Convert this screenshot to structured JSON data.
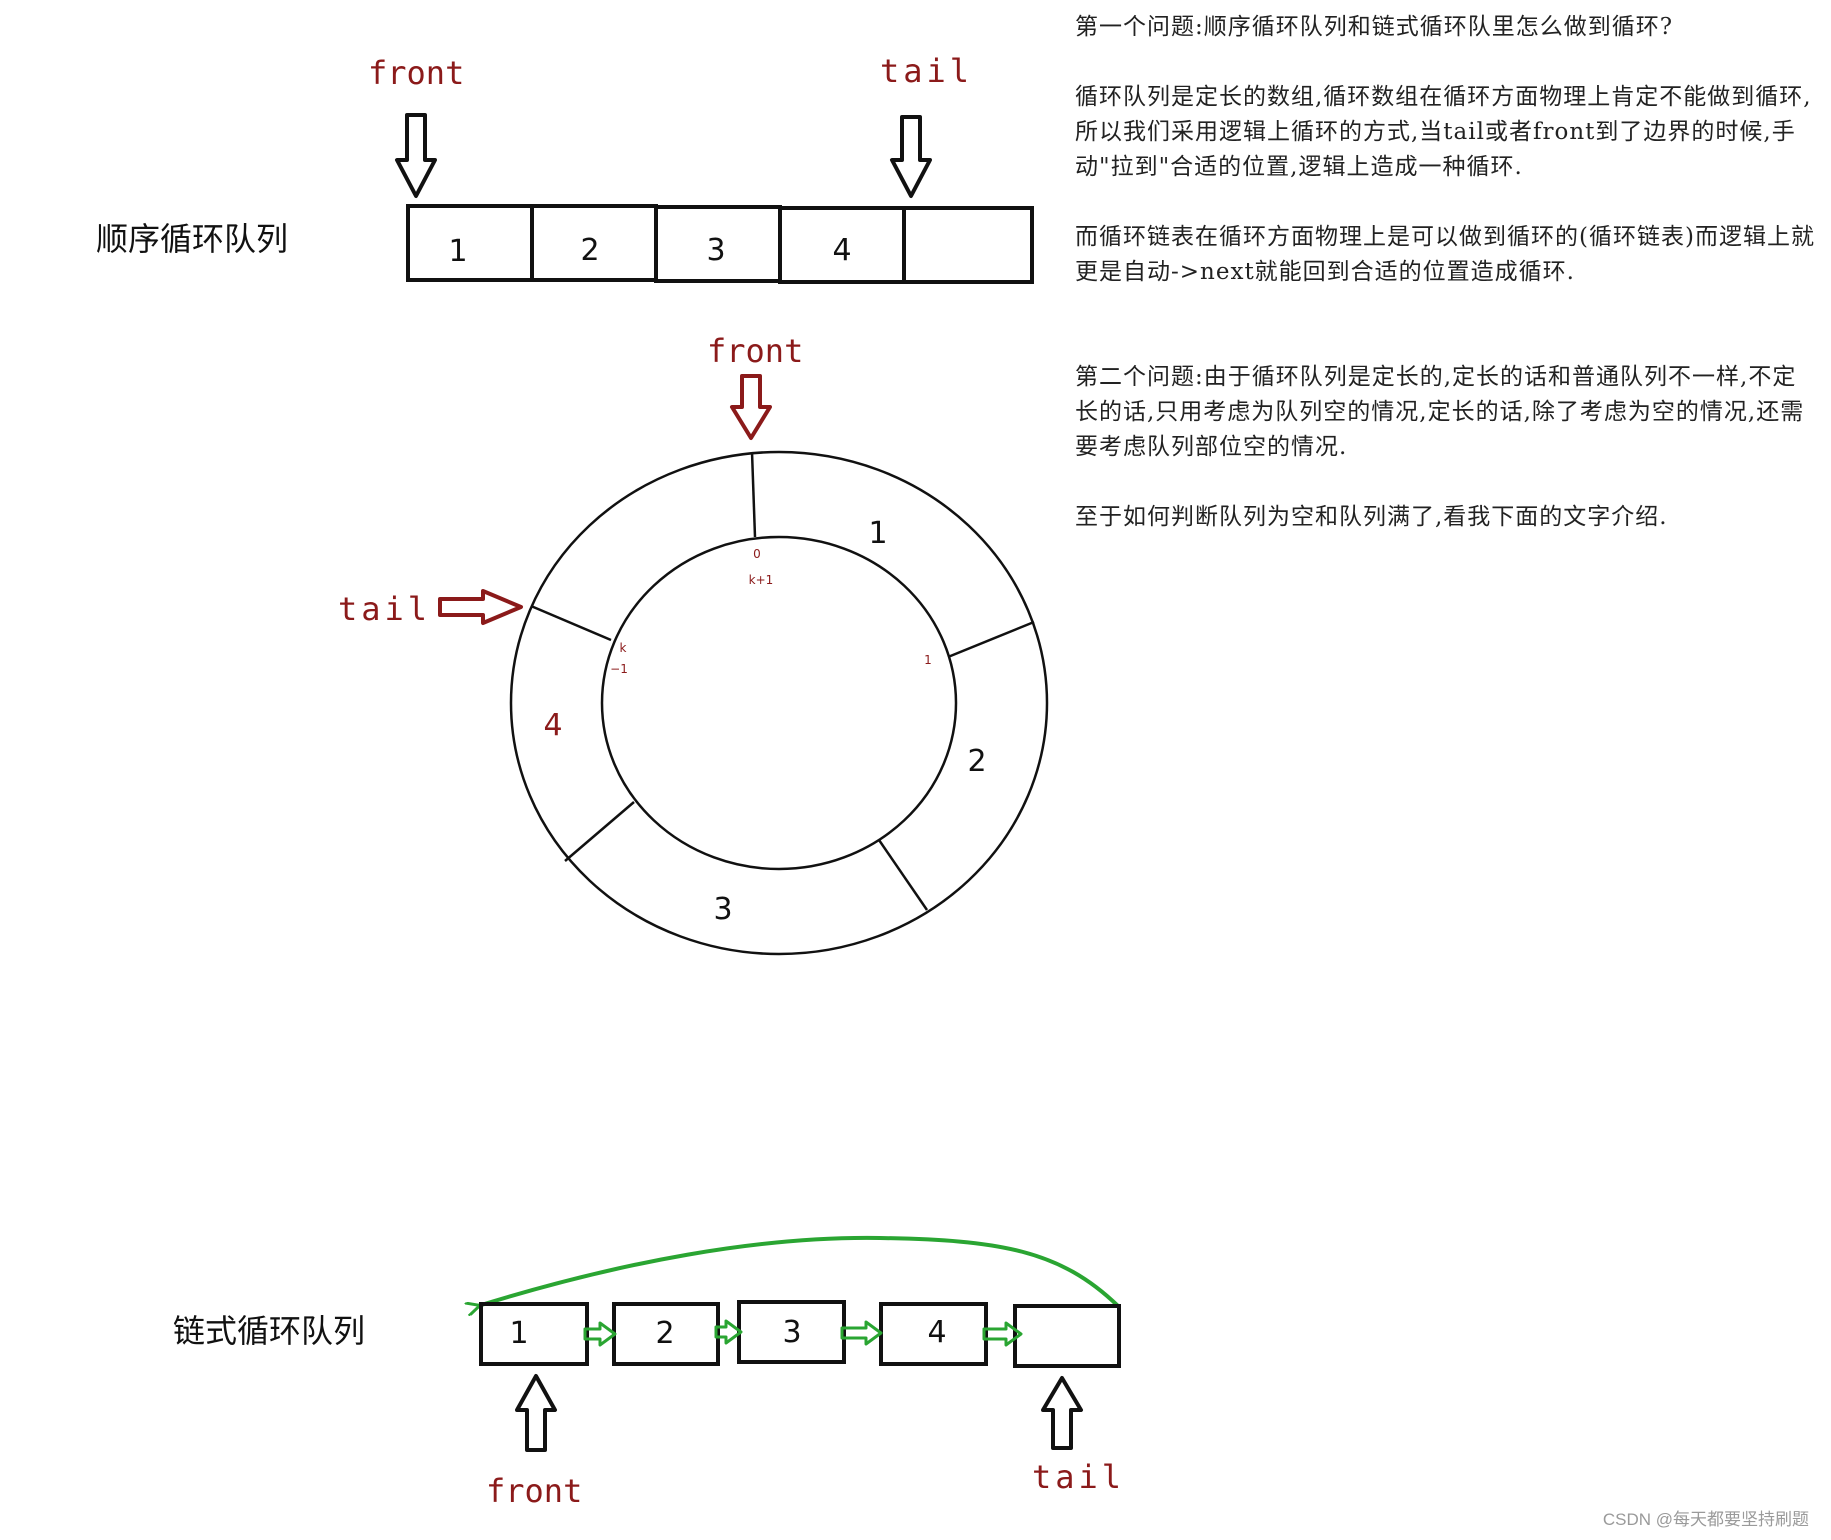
{
  "sequential": {
    "title": "顺序循环队列",
    "front_label": "front",
    "tail_label": "tail",
    "cells": [
      "1",
      "2",
      "3",
      "4",
      ""
    ]
  },
  "ring": {
    "front_label": "front",
    "tail_label": "tail",
    "segments": [
      "1",
      "2",
      "3",
      "4"
    ],
    "index_top": "0",
    "index_top_sub": "k+1",
    "index_right": "1",
    "index_left_k": "k",
    "index_left_minus": "−1"
  },
  "linked": {
    "title": "链式循环队列",
    "front_label": "front",
    "tail_label": "tail",
    "nodes": [
      "1",
      "2",
      "3",
      "4",
      ""
    ],
    "arrow_color": "#2aa532"
  },
  "notes": [
    "第一个问题:顺序循环队列和链式循环队里怎么做到循环?",
    "循环队列是定长的数组,循环数组在循环方面物理上肯定不能做到循环,所以我们采用逻辑上循环的方式,当tail或者front到了边界的时候,手动\"拉到\"合适的位置,逻辑上造成一种循环.",
    "而循环链表在循环方面物理上是可以做到循环的(循环链表)而逻辑上就更是自动->next就能回到合适的位置造成循环.",
    "第二个问题:由于循环队列是定长的,定长的话和普通队列不一样,不定长的话,只用考虑为队列空的情况,定长的话,除了考虑为空的情况,还需要考虑队列部位空的情况.",
    "至于如何判断队列为空和队列满了,看我下面的文字介绍."
  ],
  "watermark": "CSDN @每天都要坚持刷题",
  "colors": {
    "label_red": "#8b1a1a",
    "line": "#111111",
    "green": "#2aa532"
  }
}
